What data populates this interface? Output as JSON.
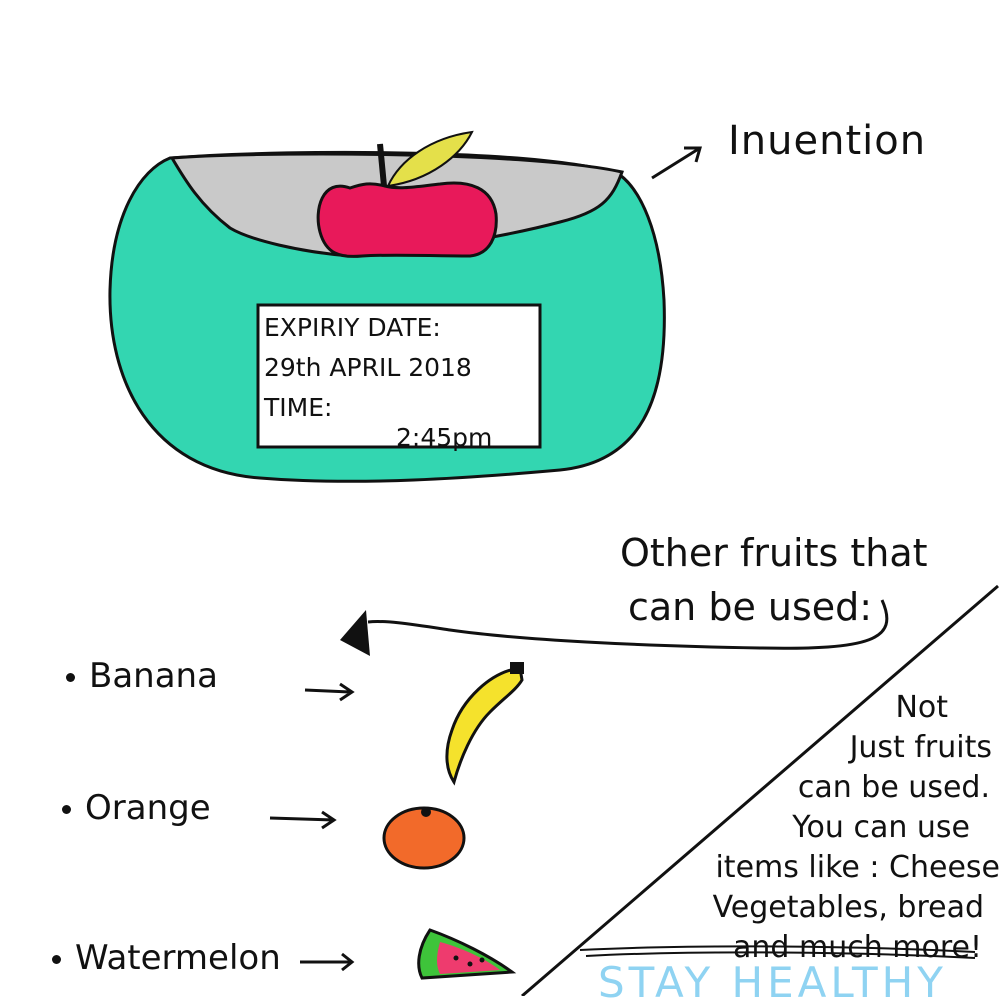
{
  "invention_label": "Inuention",
  "lunchbox": {
    "label_line1": "EXPIRIY DATE:",
    "label_line2": "29th APRIL 2018",
    "label_line3": "TIME:",
    "label_line4": "2:45pm"
  },
  "other_fruits": {
    "heading_line1": "Other fruits that",
    "heading_line2": "can be used:",
    "items": [
      {
        "label": "Banana",
        "icon": "banana-icon"
      },
      {
        "label": "Orange",
        "icon": "orange-icon"
      },
      {
        "label": "Watermelon",
        "icon": "watermelon-icon"
      }
    ]
  },
  "note": {
    "line1": "Not",
    "line2": "Just fruits",
    "line3": "can be used.",
    "line4": "You can use",
    "line5": "items like : Cheese",
    "line6": "Vegetables, bread",
    "line7": "and much more!"
  },
  "footer_text": "STAY HEALTHY",
  "colors": {
    "lunchbox_body": "#33d6b1",
    "lunchbox_inner": "#c9c9c9",
    "apple": "#e8195a",
    "leaf": "#e4e04a",
    "banana": "#f5e22c",
    "orange": "#f26a2a",
    "watermelon_rind": "#3ec43a",
    "watermelon_flesh": "#ee3b6e",
    "stay_healthy": "#8fd3f2"
  }
}
